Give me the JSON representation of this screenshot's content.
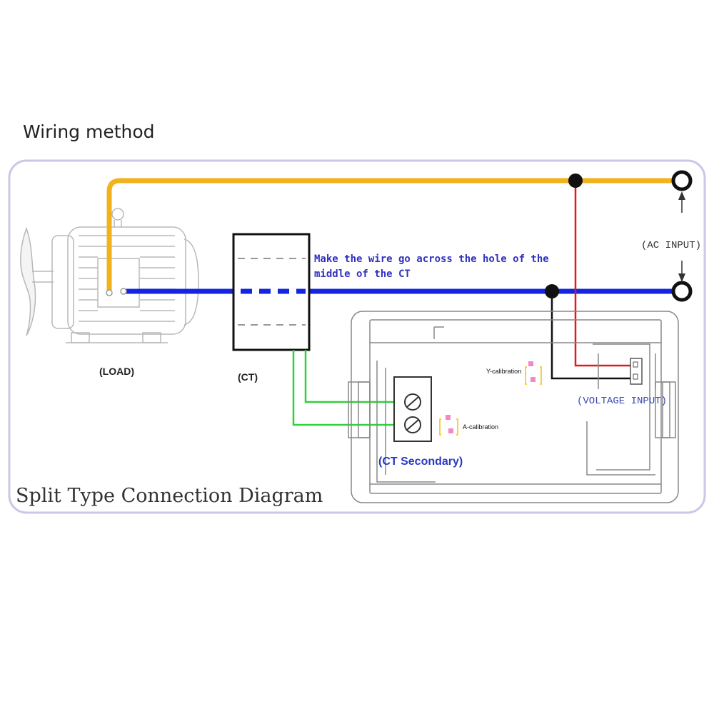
{
  "page": {
    "heading": "Wiring method",
    "diagram_title": "Split Type Connection Diagram"
  },
  "labels": {
    "load": "(LOAD)",
    "ct": "(CT)",
    "ac_input": "(AC INPUT)",
    "voltage_input": "(VOLTAGE INPUT)",
    "ct_secondary": "(CT Secondary)",
    "y_calibration": "Y-calibration",
    "a_calibration": "A-calibration"
  },
  "note": {
    "line1": "Make the wire go across the hole of the",
    "line2": "middle of the CT"
  },
  "colors": {
    "live_wire": "#f2b21b",
    "neutral_wire": "#1424e0",
    "voltage_red": "#e01a1a",
    "voltage_black": "#111111",
    "ct_green": "#2fd23a",
    "frame": "#c8c8e6",
    "calibration": "#f089c8"
  },
  "icons": {
    "motor": "motor-icon",
    "terminal": "screw-terminal-icon",
    "junction": "junction-dot-icon",
    "terminal_ring": "terminal-ring-icon",
    "arrow": "arrow-icon"
  }
}
